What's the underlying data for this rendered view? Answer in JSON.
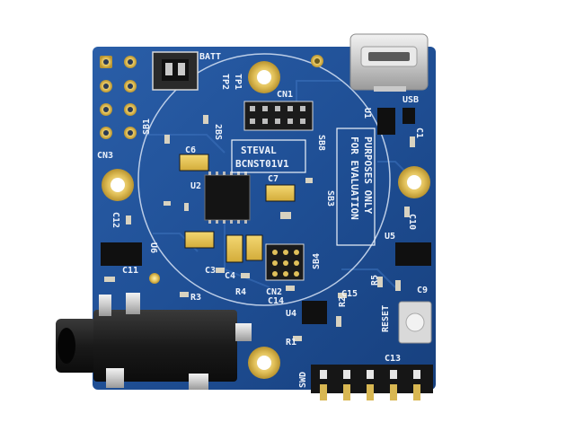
{
  "board": {
    "name_line1": "STEVAL",
    "name_line2": "BCNST01V1",
    "evaluation_line1": "FOR EVALUATION",
    "evaluation_line2": "PURPOSES ONLY",
    "pcb_color": "#1f4f95",
    "silkscreen_color": "#eef3fb"
  },
  "labels": {
    "batt": "BATT",
    "usb": "USB",
    "cn1": "CN1",
    "cn2": "CN2",
    "cn3": "CN3",
    "sb1": "SB1",
    "sb2": "2BS",
    "sb3": "SB3",
    "sb4": "SB4",
    "sb5": "SB8",
    "c1": "C1",
    "c3": "C3",
    "c4": "C4",
    "c6": "C6",
    "c7": "C7",
    "c9": "C9",
    "c10": "C10",
    "c11": "C11",
    "c12": "C12",
    "c13": "C13",
    "c14": "C14",
    "c15": "C15",
    "u1": "U1",
    "u2": "U2",
    "u4": "U4",
    "u5": "U5",
    "u6": "U6",
    "r1": "R1",
    "r2": "R2",
    "r3": "R3",
    "r4": "R4",
    "r5": "R5",
    "tp1": "TP1",
    "tp2": "TP2",
    "reset": "RESET",
    "swd": "SWD"
  }
}
